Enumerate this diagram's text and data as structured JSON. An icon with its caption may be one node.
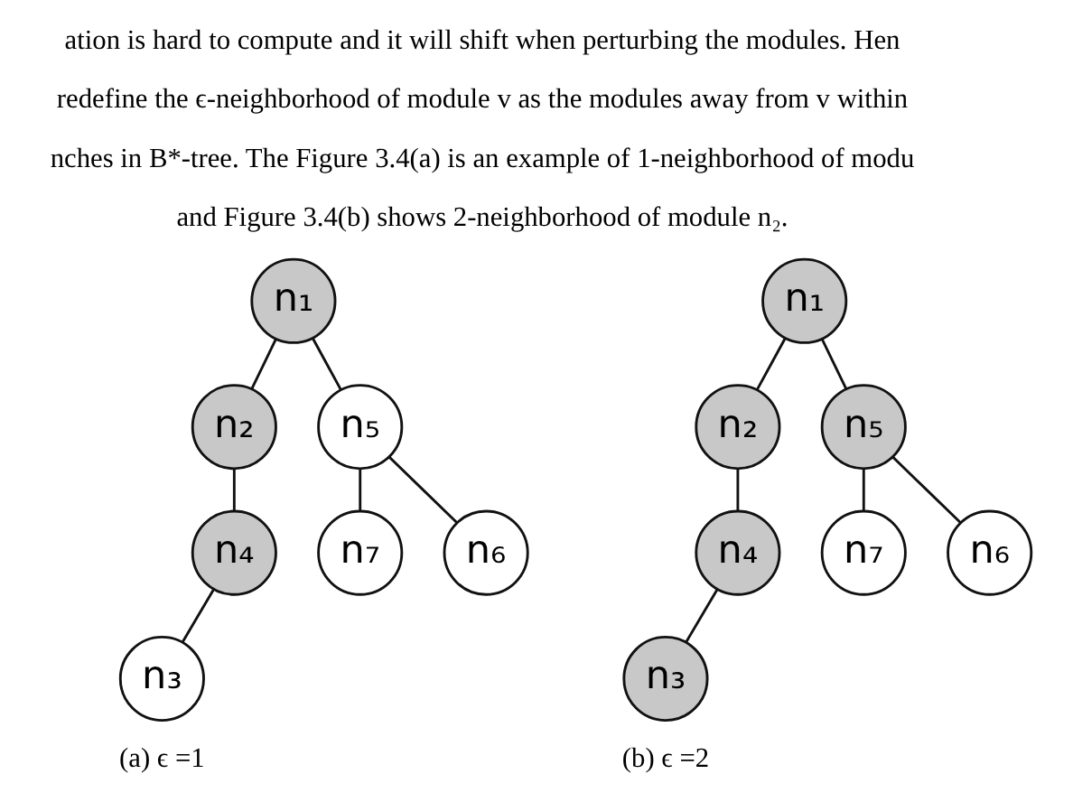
{
  "diagram": {
    "nodes": [
      {
        "text": [
          "n₁"
        ]
      },
      {
        "text": [
          "n₂"
        ]
      },
      {
        "text": [
          "n₅"
        ]
      },
      {
        "text": [
          "n₄"
        ]
      },
      {
        "text": [
          "n₇"
        ]
      },
      {
        "text": [
          "n₆"
        ]
      },
      {
        "text": [
          "n₃"
        ]
      },
      {
        "text": [
          "n₁"
        ]
      },
      {
        "text": [
          "n₂"
        ]
      },
      {
        "text": [
          "n₅"
        ]
      },
      {
        "text": [
          "n₄"
        ]
      },
      {
        "text": [
          "n₇"
        ]
      },
      {
        "text": [
          "n₆"
        ]
      },
      {
        "text": [
          "n₃"
        ]
      }
    ],
    "edges": [
      {
        "from": 0,
        "to": 1,
        "arrow": "none"
      },
      {
        "from": 0,
        "to": 2,
        "arrow": "none"
      },
      {
        "from": 1,
        "to": 3,
        "arrow": "none"
      },
      {
        "from": 2,
        "to": 4,
        "arrow": "none"
      },
      {
        "from": 2,
        "to": 5,
        "arrow": "none"
      },
      {
        "from": 3,
        "to": 6,
        "arrow": "none"
      },
      {
        "from": 7,
        "to": 8,
        "arrow": "none"
      },
      {
        "from": 7,
        "to": 9,
        "arrow": "none"
      },
      {
        "from": 8,
        "to": 10,
        "arrow": "none"
      },
      {
        "from": 9,
        "to": 11,
        "arrow": "none"
      },
      {
        "from": 9,
        "to": 12,
        "arrow": "none"
      },
      {
        "from": 10,
        "to": 13,
        "arrow": "none"
      }
    ],
    "labels": [
      "ation is hard to compute and it will shift when perturbing the modules. Hen",
      "redefine the ϵ-neighborhood of module v as the modules away from v within",
      "nches in B*-tree. The Figure 3.4(a) is an example of 1-neighborhood of modu",
      "and Figure 3.4(b) shows 2-neighborhood of module n₂.",
      "(a) ϵ =1",
      "(b) ϵ =2"
    ]
  }
}
